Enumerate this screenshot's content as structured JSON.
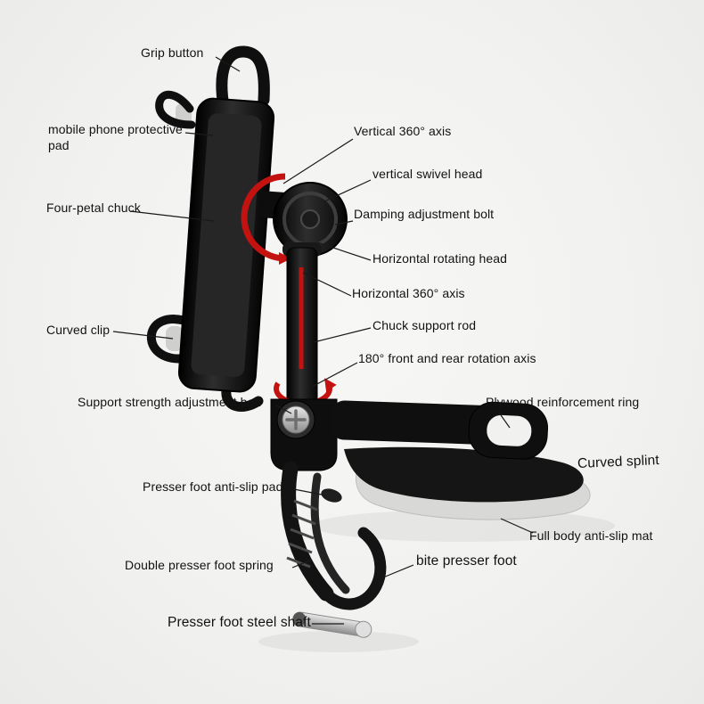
{
  "diagram": {
    "subject": "car dashboard mobile phone holder parts diagram",
    "colors": {
      "background": "#f1f1ef",
      "part_dark": "#141414",
      "arrow_red": "#c41210",
      "metal_gray": "#c9c9c9",
      "label_text": "#121212"
    },
    "labels": {
      "grip_button": "Grip button",
      "mobile_phone_protective_pad": "mobile phone protective pad",
      "four_petal_chuck": "Four-petal chuck",
      "curved_clip": "Curved clip",
      "vertical_360_axis": "Vertical 360° axis",
      "vertical_swivel_head": "vertical swivel head",
      "damping_adjustment_bolt": "Damping adjustment bolt",
      "horizontal_rotating_head": "Horizontal rotating head",
      "horizontal_360_axis": "Horizontal 360° axis",
      "chuck_support_rod": "Chuck support rod",
      "front_rear_rotation_axis_180": "180° front and rear rotation axis",
      "support_strength_adjustment_bolt": "Support strength adjustment bolt",
      "plywood_reinforcement_ring": "Plywood reinforcement ring",
      "curved_splint": "Curved splint",
      "presser_foot_anti_slip_pad": "Presser foot anti-slip pad",
      "full_body_anti_slip_mat": "Full body anti-slip mat",
      "double_presser_foot_spring": "Double presser foot spring",
      "bite_presser_foot": "bite presser foot",
      "presser_foot_steel_shaft": "Presser foot steel shaft"
    }
  }
}
